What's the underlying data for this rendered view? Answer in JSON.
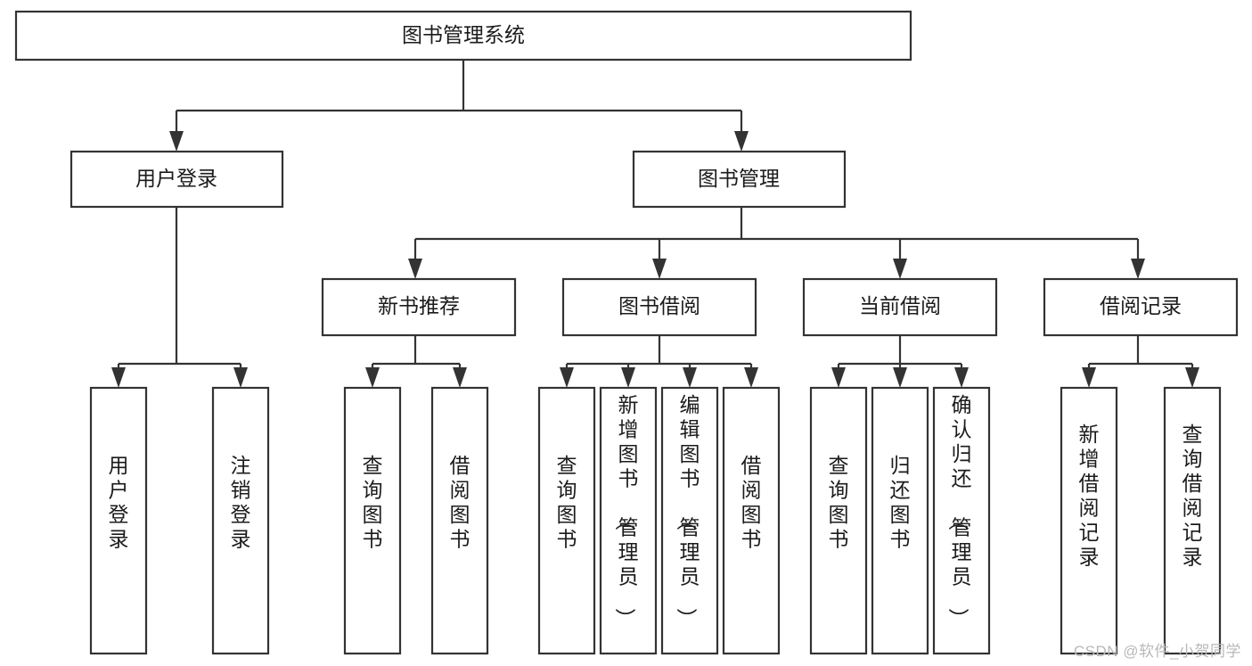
{
  "diagram": {
    "title": "图书管理系统",
    "type": "tree-hierarchy-chart",
    "root": {
      "id": "root",
      "label": "图书管理系统"
    },
    "level2": [
      {
        "id": "user-login",
        "label": "用户登录"
      },
      {
        "id": "book-management",
        "label": "图书管理"
      }
    ],
    "level3": [
      {
        "id": "new-book-recommend",
        "label": "新书推荐",
        "parent": "book-management"
      },
      {
        "id": "book-borrow",
        "label": "图书借阅",
        "parent": "book-management"
      },
      {
        "id": "current-borrow",
        "label": "当前借阅",
        "parent": "book-management"
      },
      {
        "id": "borrow-record",
        "label": "借阅记录",
        "parent": "book-management"
      }
    ],
    "leaves": [
      {
        "id": "leaf-user-login",
        "label": "用户登录",
        "parent": "user-login"
      },
      {
        "id": "leaf-logout-login",
        "label": "注销登录",
        "parent": "user-login"
      },
      {
        "id": "leaf-query-book-1",
        "label": "查询图书",
        "parent": "new-book-recommend"
      },
      {
        "id": "leaf-borrow-book-1",
        "label": "借阅图书",
        "parent": "new-book-recommend"
      },
      {
        "id": "leaf-query-book-2",
        "label": "查询图书",
        "parent": "book-borrow"
      },
      {
        "id": "leaf-add-book-admin",
        "label": "新增图书（管理员）",
        "parent": "book-borrow"
      },
      {
        "id": "leaf-edit-book-admin",
        "label": "编辑图书（管理员）",
        "parent": "book-borrow"
      },
      {
        "id": "leaf-borrow-book-2",
        "label": "借阅图书",
        "parent": "book-borrow"
      },
      {
        "id": "leaf-query-book-3",
        "label": "查询图书",
        "parent": "current-borrow"
      },
      {
        "id": "leaf-return-book",
        "label": "归还图书",
        "parent": "current-borrow"
      },
      {
        "id": "leaf-confirm-return-admin",
        "label": "确认归还（管理员）",
        "parent": "current-borrow"
      },
      {
        "id": "leaf-add-borrow-record",
        "label": "新增借阅记录",
        "parent": "borrow-record"
      },
      {
        "id": "leaf-query-borrow-record",
        "label": "查询借阅记录",
        "parent": "borrow-record"
      }
    ],
    "watermark": "CSDN @软件_小贺同学",
    "colors": {
      "stroke": "#333333",
      "fill": "#ffffff",
      "text": "#1b1b1b",
      "watermark": "#b8b8b8",
      "background": "#ffffff"
    }
  }
}
